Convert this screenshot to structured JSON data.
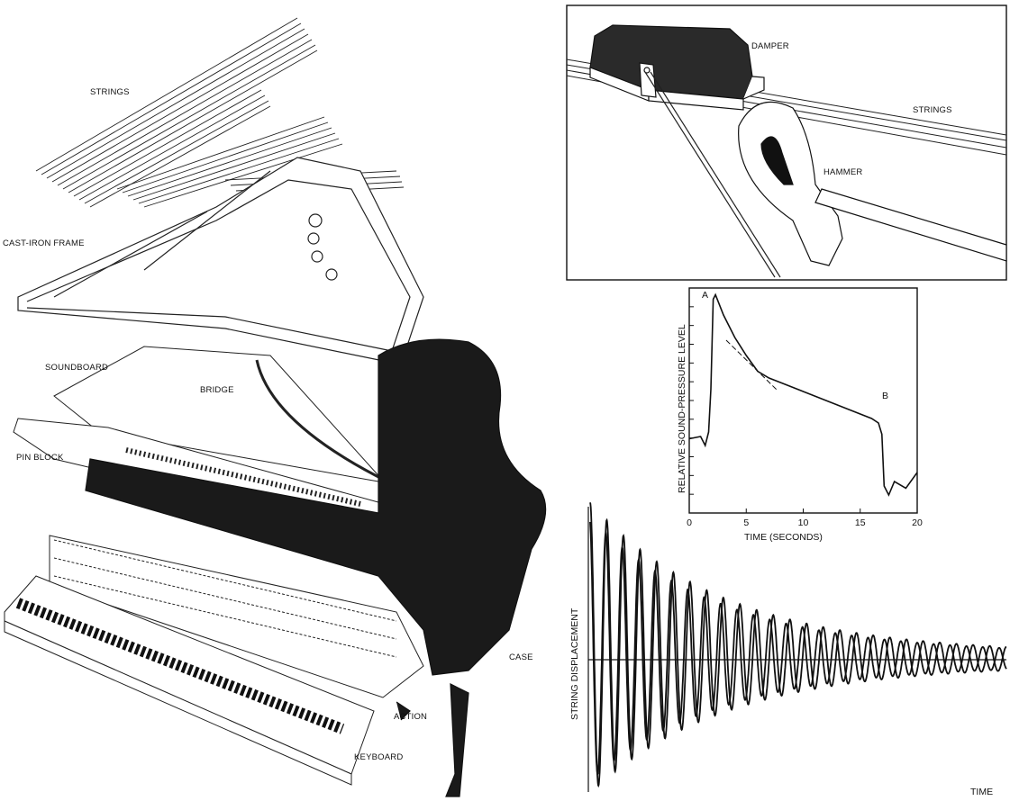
{
  "piano": {
    "labels": {
      "strings": "STRINGS",
      "frame": "CAST-IRON FRAME",
      "soundboard": "SOUNDBOARD",
      "bridge": "BRIDGE",
      "pin_block": "PIN BLOCK",
      "case": "CASE",
      "action": "ACTION",
      "keyboard": "KEYBOARD"
    }
  },
  "mechanism": {
    "labels": {
      "damper": "DAMPER",
      "strings": "STRINGS",
      "hammer": "HAMMER"
    }
  },
  "chart_data": [
    {
      "type": "line",
      "xlabel": "TIME (SECONDS)",
      "ylabel": "RELATIVE SOUND-PRESSURE LEVEL",
      "xlim": [
        0,
        20
      ],
      "x_ticks": [
        "0",
        "5",
        "10",
        "15",
        "20"
      ],
      "points": {
        "A": "A",
        "B": "B"
      },
      "series": [
        {
          "x": [
            0,
            1,
            1.4,
            1.7,
            1.9,
            2.1,
            2.3,
            3,
            4,
            5,
            6,
            7,
            8,
            10,
            12,
            14,
            16,
            16.6,
            16.9,
            17.1,
            17.5,
            18,
            19,
            20
          ],
          "y": [
            0.33,
            0.34,
            0.3,
            0.36,
            0.55,
            0.95,
            0.97,
            0.88,
            0.78,
            0.7,
            0.63,
            0.6,
            0.58,
            0.54,
            0.5,
            0.46,
            0.42,
            0.4,
            0.35,
            0.12,
            0.08,
            0.14,
            0.11,
            0.18
          ]
        }
      ]
    },
    {
      "type": "line",
      "xlabel": "TIME",
      "ylabel": "STRING DISPLACEMENT",
      "series": [
        {
          "amplitude": 1.0,
          "decay": 3.1,
          "cycles": 25
        },
        {
          "amplitude": 0.9,
          "decay": 3.2,
          "cycles": 25.4
        }
      ]
    }
  ]
}
